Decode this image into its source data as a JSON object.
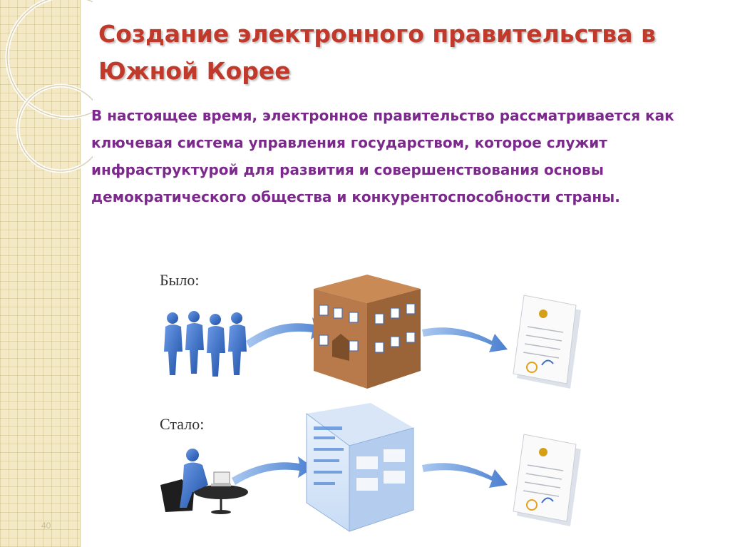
{
  "slide": {
    "title": "Создание электронного правительства в Южной Корее",
    "body": "В настоящее время, электронное правительство рассматривается как ключевая система управления государством, которое служит инфраструктурой для развития и совершенствования основы демократического общества и конкурентоспособности страны.",
    "page_number": "40"
  },
  "diagram": {
    "before_label": "Было:",
    "after_label": "Стало:"
  },
  "colors": {
    "title": "#c0392b",
    "body": "#7b2a8c",
    "arrow": "#5b8fd6",
    "people": "#2e5fb7",
    "building": "#b87a4b"
  },
  "icons": [
    "people-group-icon",
    "building-icon",
    "certificate-icon",
    "user-at-computer-icon",
    "web-portal-icon"
  ]
}
